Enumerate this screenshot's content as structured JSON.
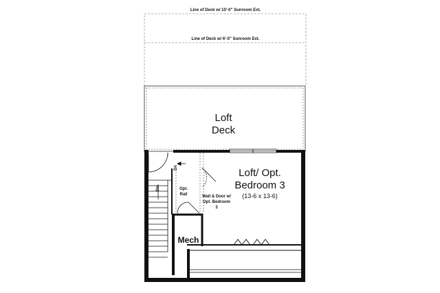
{
  "labels": {
    "deck_line_10": "Line of Deck w/ 10'-0\" Sunroom Ext.",
    "deck_line_6": "Line of Deck w/ 6'-0\" Sunroom Ext.",
    "loft_deck_line1": "Loft",
    "loft_deck_line2": "Deck",
    "bedroom_line1": "Loft/ Opt.",
    "bedroom_line2": "Bedroom 3",
    "bedroom_dims": "(13-6 x 13-6)",
    "opt_rail_line1": "Opt.",
    "opt_rail_line2": "Rail",
    "wall_door": "Wall & Door w/ Opt. Bedroom 3",
    "mech": "Mech",
    "stair_marker_upper": "Dn",
    "stair_marker_lower": "Dn"
  },
  "colors": {
    "wall": "#111111",
    "dashed": "#9a9a9a",
    "background": "#ffffff"
  }
}
